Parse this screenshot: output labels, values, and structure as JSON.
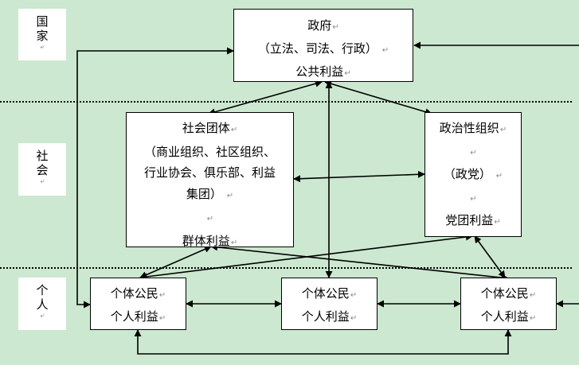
{
  "layers": [
    {
      "id": "state",
      "label_chars": [
        "国",
        "家"
      ]
    },
    {
      "id": "society",
      "label_chars": [
        "社",
        "会"
      ]
    },
    {
      "id": "individual",
      "label_chars": [
        "个",
        "人"
      ]
    }
  ],
  "paragraph_mark": "↵",
  "anchor_mark": "⤶",
  "nodes": {
    "government": {
      "lines": [
        "政府",
        "（立法、司法、行政）",
        "公共利益"
      ]
    },
    "social_groups": {
      "lines": [
        "社会团体",
        "（商业组织、社区组织、",
        "行业协会、俱乐部、利益",
        "集团）",
        "",
        "群体利益"
      ]
    },
    "political_org": {
      "lines": [
        "政治性组织",
        "",
        "（政党）",
        "",
        "党团利益"
      ]
    },
    "citizen_left": {
      "lines": [
        "个体公民",
        "个人利益"
      ]
    },
    "citizen_middle": {
      "lines": [
        "个体公民",
        "个人利益"
      ]
    },
    "citizen_right": {
      "lines": [
        "个体公民",
        "个人利益"
      ]
    }
  },
  "colors": {
    "background": "#cce8d0",
    "box_fill": "#ffffff",
    "line": "#000000"
  }
}
